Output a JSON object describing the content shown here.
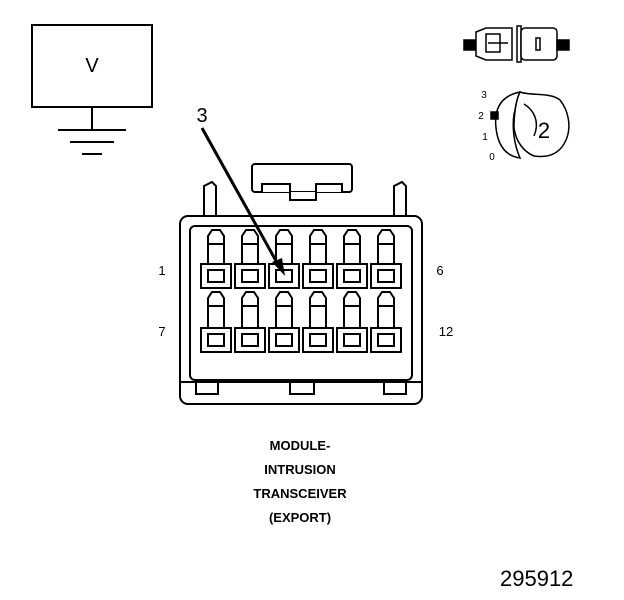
{
  "voltmeter": {
    "label": "V"
  },
  "callout": {
    "label": "3"
  },
  "connector": {
    "pin_left_top": "1",
    "pin_right_top": "6",
    "pin_left_bottom": "7",
    "pin_right_bottom": "12"
  },
  "selector": {
    "labels": [
      "3",
      "2",
      "1",
      "0"
    ],
    "setting": "2"
  },
  "caption": {
    "lines": [
      "MODULE-",
      "INTRUSION",
      "TRANSCEIVER",
      "(EXPORT)"
    ]
  },
  "figure_id": "295912"
}
